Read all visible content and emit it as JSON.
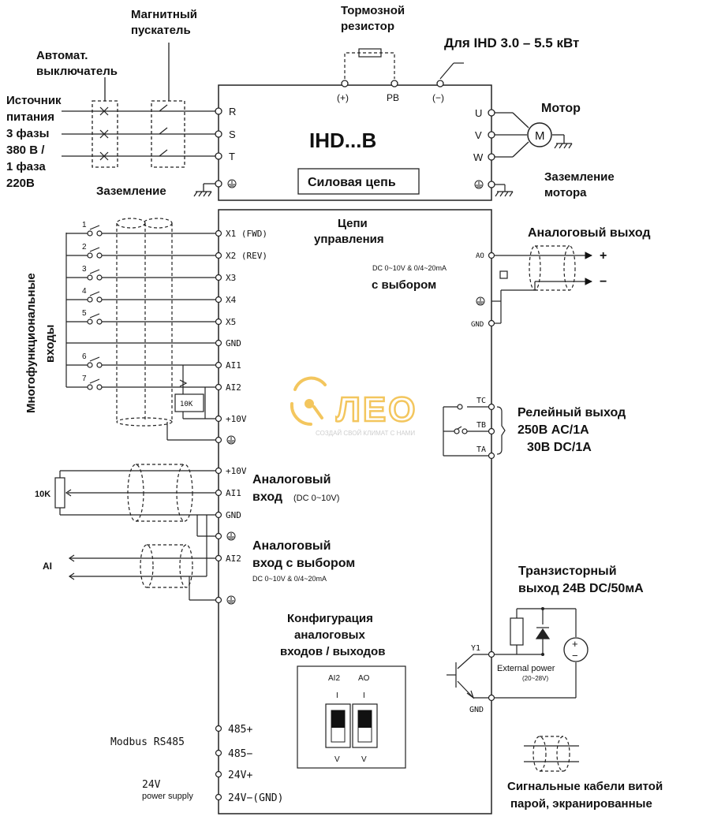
{
  "labels": {
    "breaker": [
      "Автомат.",
      "выключатель"
    ],
    "contactor": [
      "Магнитный",
      "пускатель"
    ],
    "brake_resistor": [
      "Тормозной",
      "резистор"
    ],
    "ihd_note": "Для IHD 3.0 – 5.5 кВт",
    "source": [
      "Источник",
      "питания",
      "3 фазы",
      "380 В /",
      "1 фаза",
      "220В"
    ],
    "ground_left": "Заземление",
    "model": "IHD...B",
    "power_circuit": "Силовая цепь",
    "motor": "Мотор",
    "motor_symbol": "M",
    "motor_ground": [
      "Заземление",
      "мотора"
    ],
    "control_circuits": [
      "Цепи",
      "управления"
    ],
    "analog_output": "Аналоговый выход",
    "ao_spec": "DC 0~10V & 0/4~20mA",
    "with_selection": "с выбором",
    "multifunction_inputs": [
      "Многофункциональные",
      "входы"
    ],
    "relay_output": [
      "Релейный выход",
      "250В AC/1A",
      "30В DC/1A"
    ],
    "analog_input_1": [
      "Аналоговый",
      "вход"
    ],
    "analog_input_1_spec": "(DC 0~10V)",
    "analog_input_2": [
      "Аналоговый",
      "вход  с выбором"
    ],
    "analog_input_2_spec": "DC 0~10V & 0/4~20mA",
    "transistor_output": [
      "Транзисторный",
      "выход 24В DC/50мА"
    ],
    "external_power": "External power",
    "external_power_range": "(20~28V)",
    "config": [
      "Конфигурация",
      "аналоговых",
      "входов / выходов"
    ],
    "switch_labels": [
      "AI2",
      "AO"
    ],
    "switch_top": "I",
    "switch_bottom": "V",
    "modbus": "Modbus RS485",
    "supply_24": "24V",
    "power_supply": "power supply",
    "cable_note": [
      "Сигнальные кабели витой",
      "парой, экранированные"
    ],
    "pot": "10K",
    "res_10k": "10K",
    "ai_left": "AI",
    "watermark_brand": "ЛЕО",
    "watermark_tag": "СОЗДАЙ СВОЙ КЛИМАТ С НАМИ",
    "plus": "+",
    "minus": "−"
  },
  "power_terminals": {
    "top": [
      "(+)",
      "PB",
      "(−)"
    ],
    "left": [
      "R",
      "S",
      "T"
    ],
    "right": [
      "U",
      "V",
      "W"
    ]
  },
  "control_terminals_left": [
    "X1 (FWD)",
    "X2 (REV)",
    "X3",
    "X4",
    "X5",
    "GND",
    "AI1",
    "AI2",
    "+10V"
  ],
  "switch_numbers": [
    "1",
    "2",
    "3",
    "4",
    "5",
    "6",
    "7"
  ],
  "analog_terminals": [
    "+10V",
    "AI1",
    "GND",
    "AI2"
  ],
  "right_terminals": {
    "ao": "AO",
    "gnd": "GND",
    "relay": [
      "TC",
      "TB",
      "TA"
    ],
    "y1": "Y1",
    "gnd2": "GND"
  },
  "bottom_terminals": [
    "485+",
    "485−",
    "24V+",
    "24V−(GND)"
  ],
  "colors": {
    "line": "#222222",
    "watermark": "#f0b429",
    "watermark_text": "#bdbdbd"
  }
}
